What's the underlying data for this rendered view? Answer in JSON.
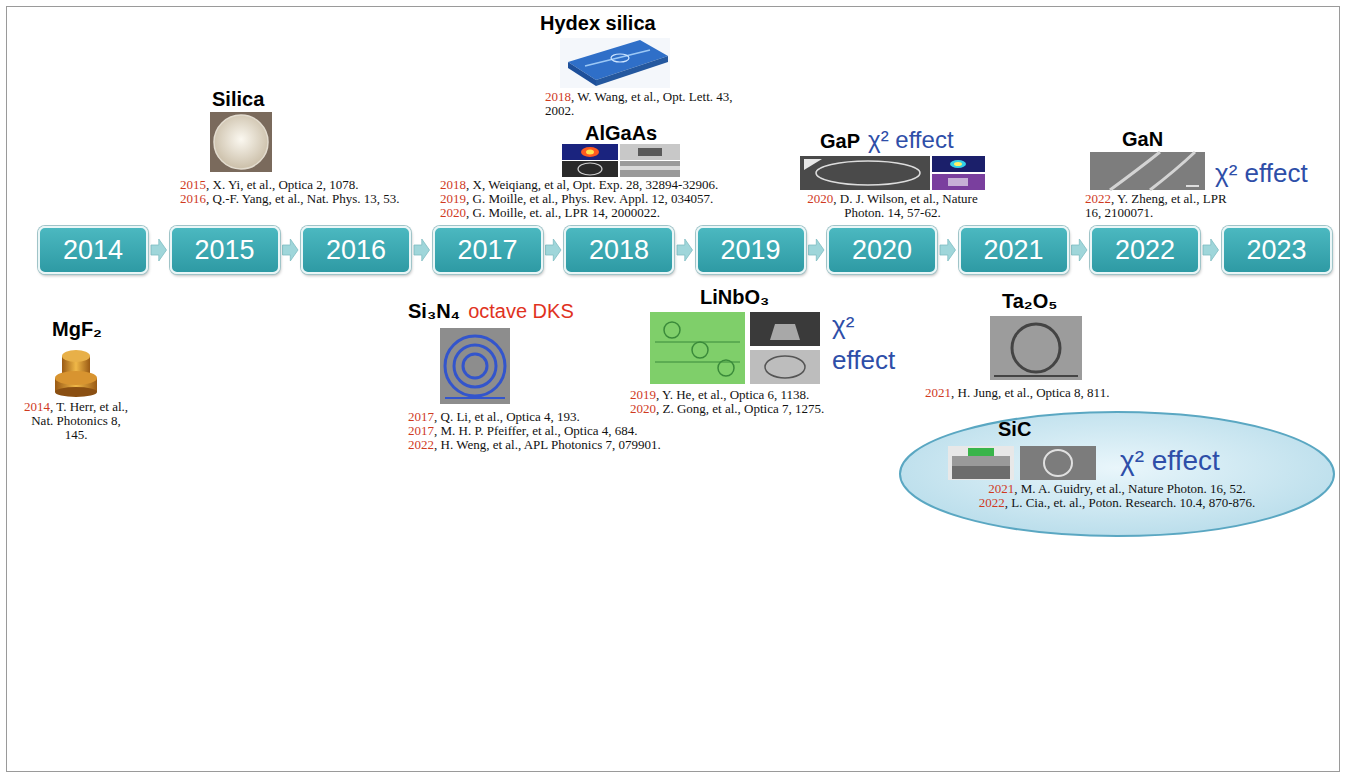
{
  "diagram": {
    "nodes": [
      {
        "text": [
          "2014"
        ]
      },
      {
        "text": [
          "2015"
        ]
      },
      {
        "text": [
          "2016"
        ]
      },
      {
        "text": [
          "2017"
        ]
      },
      {
        "text": [
          "2018"
        ]
      },
      {
        "text": [
          "2019"
        ]
      },
      {
        "text": [
          "2020"
        ]
      },
      {
        "text": [
          "2021"
        ]
      },
      {
        "text": [
          "2022"
        ]
      },
      {
        "text": [
          "2023"
        ]
      },
      {
        "text": [
          "SiC",
          "χ² effect",
          "2021",
          ", M. A. Guidry, et al., Nature Photon. 16, 52.",
          "2022",
          ", L. Cia., et. al., Poton. Research. 10.4, 870-876."
        ]
      }
    ],
    "edges": [
      {
        "from": 0,
        "to": 1,
        "arrow": "to"
      },
      {
        "from": 1,
        "to": 2,
        "arrow": "to"
      },
      {
        "from": 2,
        "to": 3,
        "arrow": "to"
      },
      {
        "from": 3,
        "to": 4,
        "arrow": "to"
      },
      {
        "from": 4,
        "to": 5,
        "arrow": "to"
      },
      {
        "from": 5,
        "to": 6,
        "arrow": "to"
      },
      {
        "from": 6,
        "to": 7,
        "arrow": "to"
      },
      {
        "from": 7,
        "to": 8,
        "arrow": "to"
      },
      {
        "from": 8,
        "to": 9,
        "arrow": "to"
      }
    ],
    "labels": [
      "Hydex silica",
      "2018",
      ", W. Wang, et al., Opt. Lett. 43, 2002.",
      "Silica",
      "2015",
      ", X. Yi, et al., Optica 2, 1078.",
      "2016",
      ", Q.-F. Yang, et al., Nat. Phys. 13, 53.",
      "AlGaAs",
      "2018",
      ", X, Weiqiang, et al, Opt. Exp. 28, 32894-32906.",
      "2019",
      ", G. Moille, et al., Phys. Rev. Appl. 12, 034057.",
      "2020",
      ", G. Moille, et. al., LPR 14, 2000022.",
      "GaP",
      "χ² effect",
      "2020",
      ", D. J. Wilson, et al., Nature Photon. 14, 57-62.",
      "GaN",
      "χ² effect",
      "2022",
      ", Y. Zheng, et al., LPR 16, 2100071.",
      "MgF₂",
      "2014",
      ", T. Herr, et al., Nat. Photonics 8, 145.",
      "Si₃N₄",
      "octave DKS",
      "2017",
      ", Q. Li, et al., Optica 4, 193.",
      "2017",
      ", M. H. P. Pfeiffer, et al., Optica 4, 684.",
      "2022",
      ", H. Weng, et al., APL Photonics 7, 079901.",
      "LiNbO₃",
      "χ² effect",
      "2019",
      ", Y. He, et al., Optica 6, 1138.",
      "2020",
      ", Z. Gong, et al., Optica 7, 1275.",
      "Ta₂O₅",
      "2021",
      ", H. Jung, et al., Optica 8, 811."
    ]
  }
}
